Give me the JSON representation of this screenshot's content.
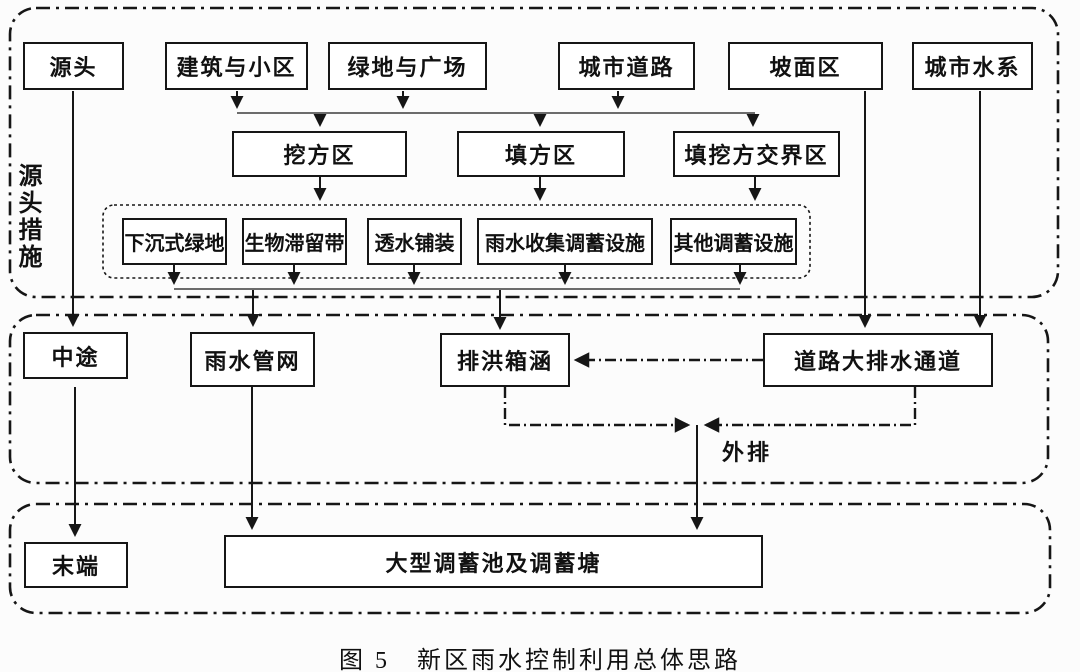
{
  "figure": {
    "caption": "图 5　新区雨水控制利用总体思路",
    "side_label": "源头措施",
    "outflow_label": "外排"
  },
  "nodes": {
    "source": {
      "label": "源头"
    },
    "buildings_communities": {
      "label": "建筑与小区"
    },
    "green_plaza": {
      "label": "绿地与广场"
    },
    "urban_roads": {
      "label": "城市道路"
    },
    "slope_area": {
      "label": "坡面区"
    },
    "urban_water_system": {
      "label": "城市水系"
    },
    "excavation_area": {
      "label": "挖方区"
    },
    "fill_area": {
      "label": "填方区"
    },
    "fill_excavation_junction": {
      "label": "填挖方交界区"
    },
    "sunken_green_space": {
      "label": "下沉式绿地"
    },
    "bioretention_belt": {
      "label": "生物滞留带"
    },
    "permeable_paving": {
      "label": "透水铺装"
    },
    "rainwater_collection_storage": {
      "label": "雨水收集调蓄设施"
    },
    "other_storage_facilities": {
      "label": "其他调蓄设施"
    },
    "midway": {
      "label": "中途"
    },
    "rainwater_pipe_network": {
      "label": "雨水管网"
    },
    "flood_box_culvert": {
      "label": "排洪箱涵"
    },
    "road_major_drainage_channel": {
      "label": "道路大排水通道"
    },
    "terminal": {
      "label": "末端"
    },
    "large_storage_tank_pond": {
      "label": "大型调蓄池及调蓄塘"
    }
  },
  "colors": {
    "line": "#161616",
    "background": "#fcfcfc",
    "box_fill": "#ffffff"
  }
}
